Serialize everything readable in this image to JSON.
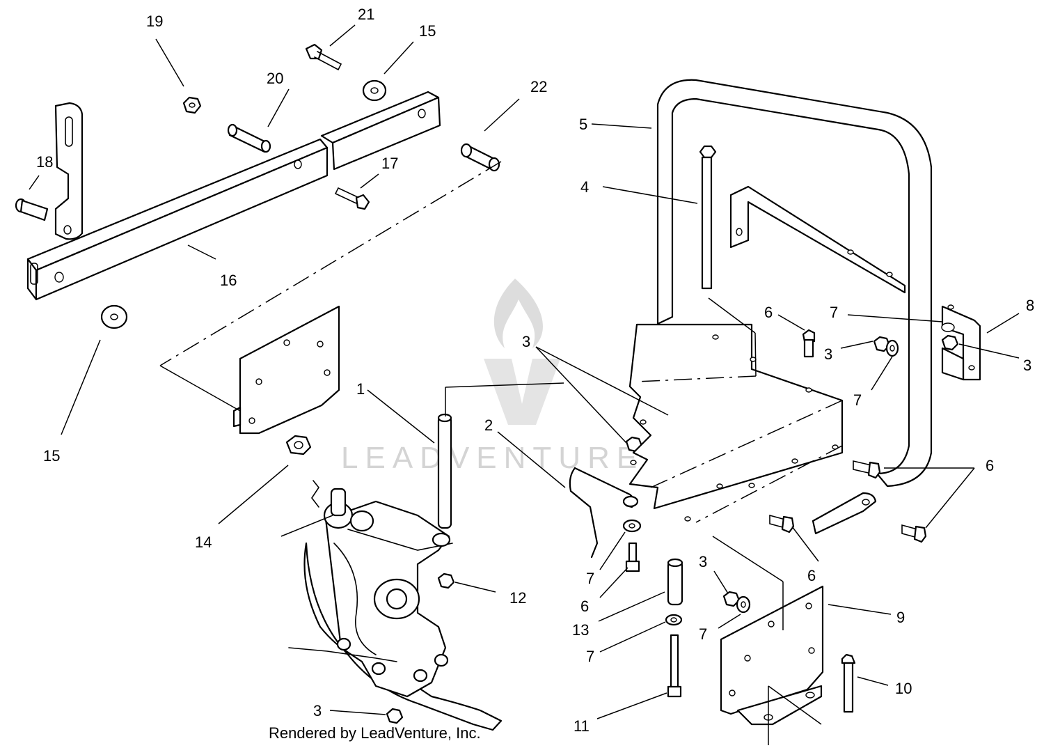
{
  "watermark": {
    "text": "LEADVENTURE",
    "color": "#d4d4d4"
  },
  "credit": "Rendered by LeadVenture, Inc.",
  "callouts": {
    "c1": "1",
    "c2": "2",
    "c3a": "3",
    "c3b": "3",
    "c3c": "3",
    "c3d": "3",
    "c3e": "3",
    "c4": "4",
    "c5": "5",
    "c6a": "6",
    "c6b": "6",
    "c6c": "6",
    "c6d": "6",
    "c7a": "7",
    "c7b": "7",
    "c7c": "7",
    "c7d": "7",
    "c7e": "7",
    "c8": "8",
    "c9": "9",
    "c10": "10",
    "c11": "11",
    "c12": "12",
    "c13": "13",
    "c14": "14",
    "c15a": "15",
    "c15b": "15",
    "c16": "16",
    "c17": "17",
    "c18": "18",
    "c19": "19",
    "c20": "20",
    "c21": "21",
    "c22": "22"
  }
}
